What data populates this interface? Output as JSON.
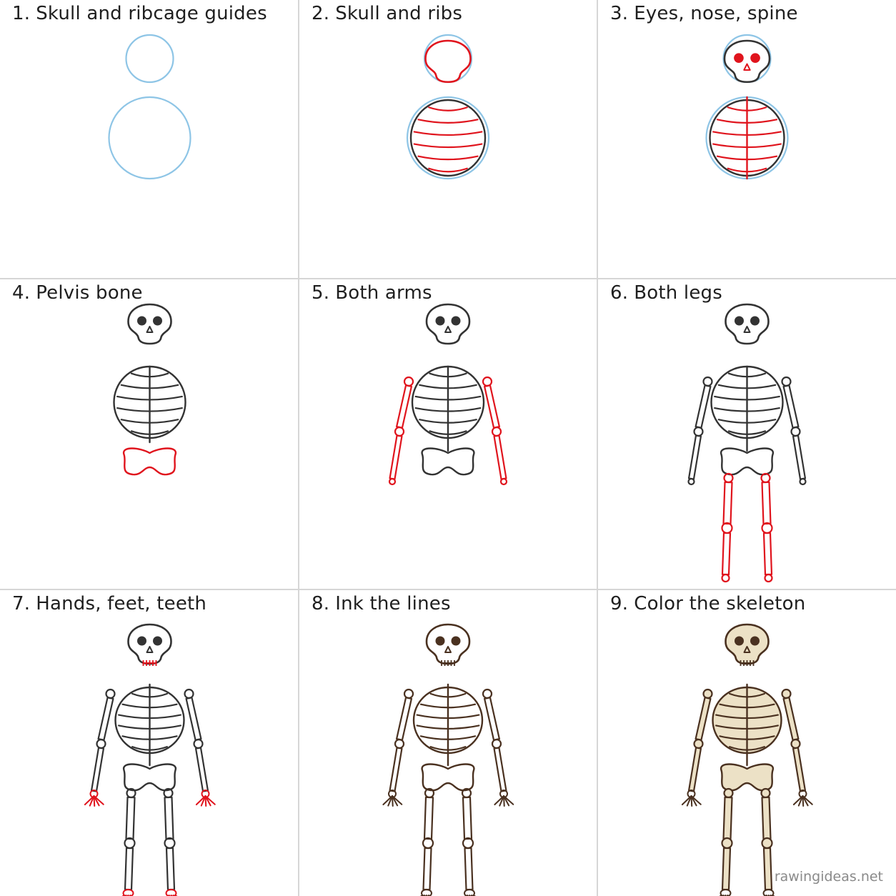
{
  "steps": [
    {
      "num": "1.",
      "title": "Skull and ribcage guides"
    },
    {
      "num": "2.",
      "title": "Skull and ribs"
    },
    {
      "num": "3.",
      "title": "Eyes, nose, spine"
    },
    {
      "num": "4.",
      "title": "Pelvis bone"
    },
    {
      "num": "5.",
      "title": "Both arms"
    },
    {
      "num": "6.",
      "title": "Both legs"
    },
    {
      "num": "7.",
      "title": "Hands, feet, teeth"
    },
    {
      "num": "8.",
      "title": "Ink the lines"
    },
    {
      "num": "9.",
      "title": "Color the skeleton"
    }
  ],
  "watermark": "rawingideas.net",
  "colors": {
    "guide": "#8ec5e6",
    "highlight": "#e0141d",
    "pencil": "#333333",
    "ink": "#4a3120",
    "bone_fill": "#ece1c6",
    "eye_dark": "#333333",
    "divider": "#d6d6d6"
  }
}
